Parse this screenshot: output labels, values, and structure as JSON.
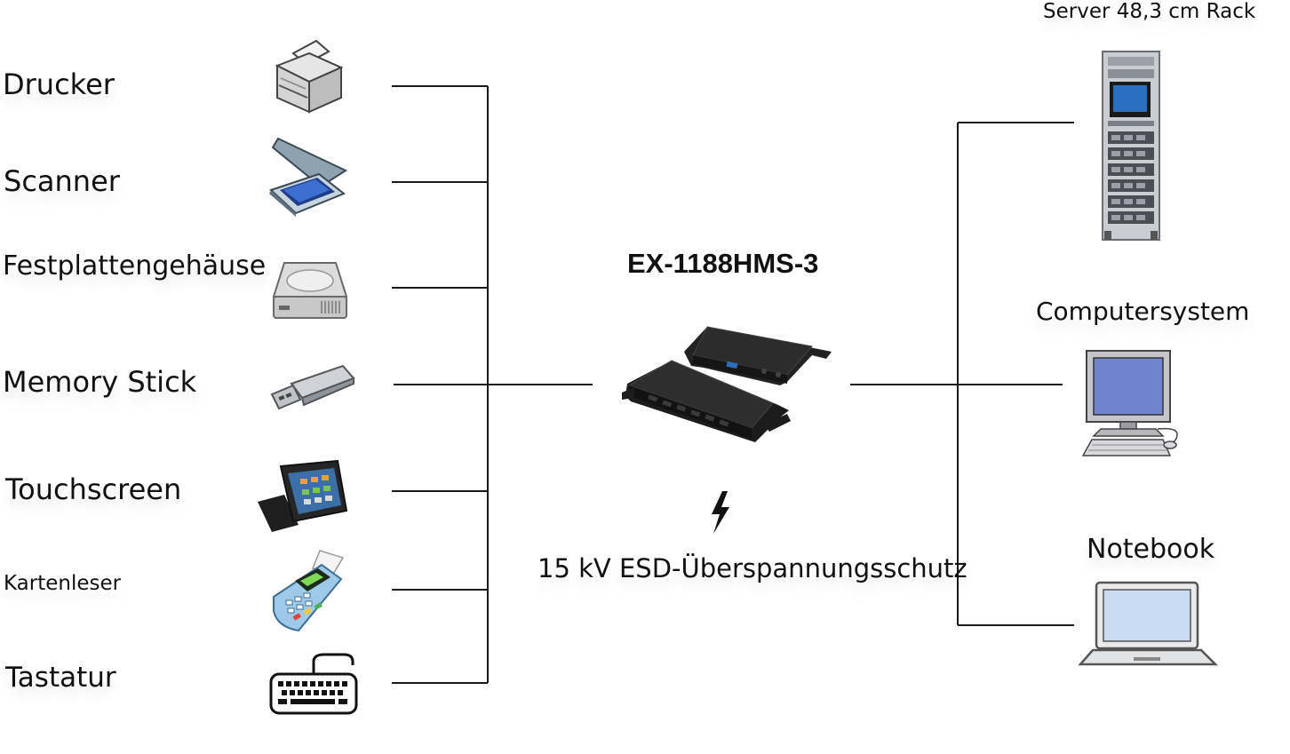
{
  "device": {
    "model": "EX-1188HMS-3",
    "feature": "15 kV ESD-Überspannungsschutz"
  },
  "peripherals": [
    {
      "label": "Drucker",
      "icon": "printer-icon"
    },
    {
      "label": "Scanner",
      "icon": "scanner-icon"
    },
    {
      "label": "Festplattengehäuse",
      "icon": "hard-drive-icon"
    },
    {
      "label": "Memory Stick",
      "icon": "usb-stick-icon"
    },
    {
      "label": "Touchscreen",
      "icon": "pos-touchscreen-icon"
    },
    {
      "label": "Kartenleser",
      "icon": "card-reader-icon"
    },
    {
      "label": "Tastatur",
      "icon": "keyboard-icon"
    }
  ],
  "hosts": [
    {
      "label": "Server 48,3 cm Rack",
      "icon": "server-rack-icon"
    },
    {
      "label": "Computersystem",
      "icon": "desktop-computer-icon"
    },
    {
      "label": "Notebook",
      "icon": "notebook-icon"
    }
  ],
  "colors": {
    "line": "#1a1a1a",
    "device": "#1c1c1c",
    "screen": "#2a6fc0"
  }
}
